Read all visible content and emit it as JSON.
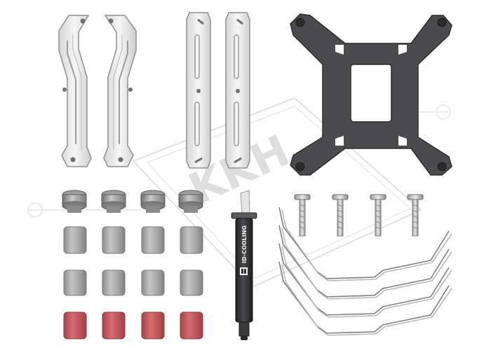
{
  "watermark": {
    "text": "KKH",
    "color": "#d8d8d8"
  },
  "thermal_paste": {
    "brand": "ID-COOLING",
    "logo_icon": "id-cooling-logo-icon"
  },
  "colors": {
    "bracket_steel": "#e8e8e8",
    "bracket_edge": "#9a9a9a",
    "backplate": "#4a4a4c",
    "standoff_grey": "#a9a9a9",
    "pad_red": "#c0575c",
    "syringe_body": "#2f2f31"
  },
  "parts": {
    "curved_brackets": 2,
    "straight_brackets": 2,
    "backplate": 1,
    "thumb_nuts": 4,
    "standoffs_large": 4,
    "standoffs_small": 4,
    "rubber_pads": 4,
    "screws": 4,
    "wire_clips": 4,
    "thermal_paste_syringe": 1
  }
}
